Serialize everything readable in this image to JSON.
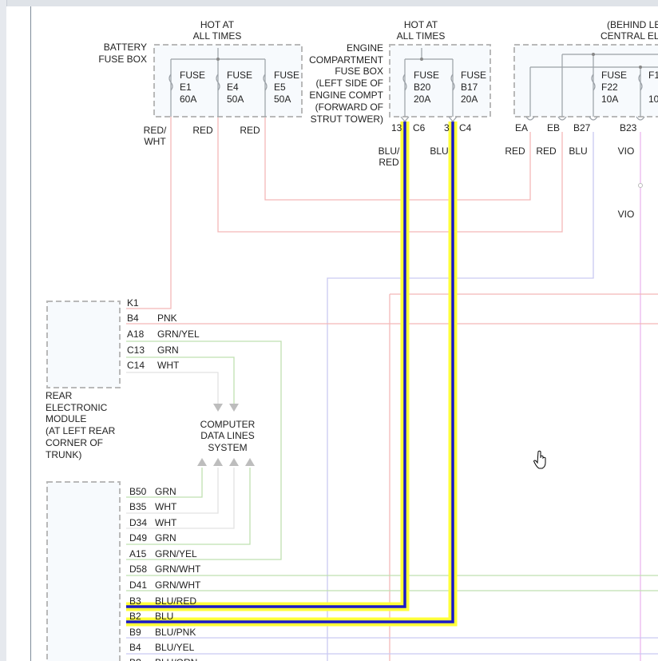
{
  "labels": {
    "hot_at_all_times_1": [
      "HOT AT",
      "ALL TIMES"
    ],
    "battery_fuse_box": [
      "BATTERY",
      "FUSE BOX"
    ],
    "hot_at_all_times_2": [
      "HOT AT",
      "ALL TIMES"
    ],
    "engine_compartment_fuse_box": [
      "ENGINE",
      "COMPARTMENT",
      "FUSE BOX",
      "(LEFT SIDE OF",
      "ENGINE COMPT",
      "(FORWARD OF",
      "STRUT TOWER)"
    ],
    "behind_left": [
      "(BEHIND LE",
      "CENTRAL EL"
    ],
    "rear_electronic_module": [
      "REAR",
      "ELECTRONIC",
      "MODULE",
      "(AT LEFT REAR",
      "CORNER OF",
      "TRUNK)"
    ],
    "computer_data_lines": [
      "COMPUTER",
      "DATA LINES",
      "SYSTEM"
    ]
  },
  "fuses": [
    {
      "name": "FUSE",
      "id": "E1",
      "amps": "60A"
    },
    {
      "name": "FUSE",
      "id": "E4",
      "amps": "50A"
    },
    {
      "name": "FUSE",
      "id": "E5",
      "amps": "50A"
    },
    {
      "name": "FUSE",
      "id": "B20",
      "amps": "20A"
    },
    {
      "name": "FUSE",
      "id": "B17",
      "amps": "20A"
    },
    {
      "name": "FUSE",
      "id": "F22",
      "amps": "10A"
    },
    {
      "name": "F1",
      "id": "10",
      "amps": ""
    }
  ],
  "wire_colors_top": [
    [
      "RED/",
      "WHT"
    ],
    [
      "RED"
    ],
    [
      "RED"
    ],
    [
      "BLU/",
      "RED"
    ],
    [
      "BLU"
    ],
    [
      "RED"
    ],
    [
      "RED"
    ],
    [
      "BLU"
    ],
    [
      "VIO"
    ],
    [
      "VIO"
    ]
  ],
  "pins_top": [
    "13",
    "C6",
    "3",
    "C4",
    "EA",
    "EB",
    "B27",
    "B23"
  ],
  "rear_module_pins": [
    {
      "pin": "K1",
      "color": ""
    },
    {
      "pin": "B4",
      "color": "PNK"
    },
    {
      "pin": "A18",
      "color": "GRN/YEL"
    },
    {
      "pin": "C13",
      "color": "GRN"
    },
    {
      "pin": "C14",
      "color": "WHT"
    }
  ],
  "lower_module_pins": [
    {
      "pin": "B50",
      "color": "GRN"
    },
    {
      "pin": "B35",
      "color": "WHT"
    },
    {
      "pin": "D34",
      "color": "WHT"
    },
    {
      "pin": "D49",
      "color": "GRN"
    },
    {
      "pin": "A15",
      "color": "GRN/YEL"
    },
    {
      "pin": "D58",
      "color": "GRN/WHT"
    },
    {
      "pin": "D41",
      "color": "GRN/WHT"
    },
    {
      "pin": "B3",
      "color": "BLU/RED"
    },
    {
      "pin": "B2",
      "color": "BLU"
    },
    {
      "pin": "B9",
      "color": "BLU/PNK"
    },
    {
      "pin": "B4",
      "color": "BLU/YEL"
    },
    {
      "pin": "B?",
      "color": "BLU/ORN"
    }
  ],
  "colors": {
    "highlight": "#ffff3a",
    "highlight_core": "#1a1ac8"
  }
}
